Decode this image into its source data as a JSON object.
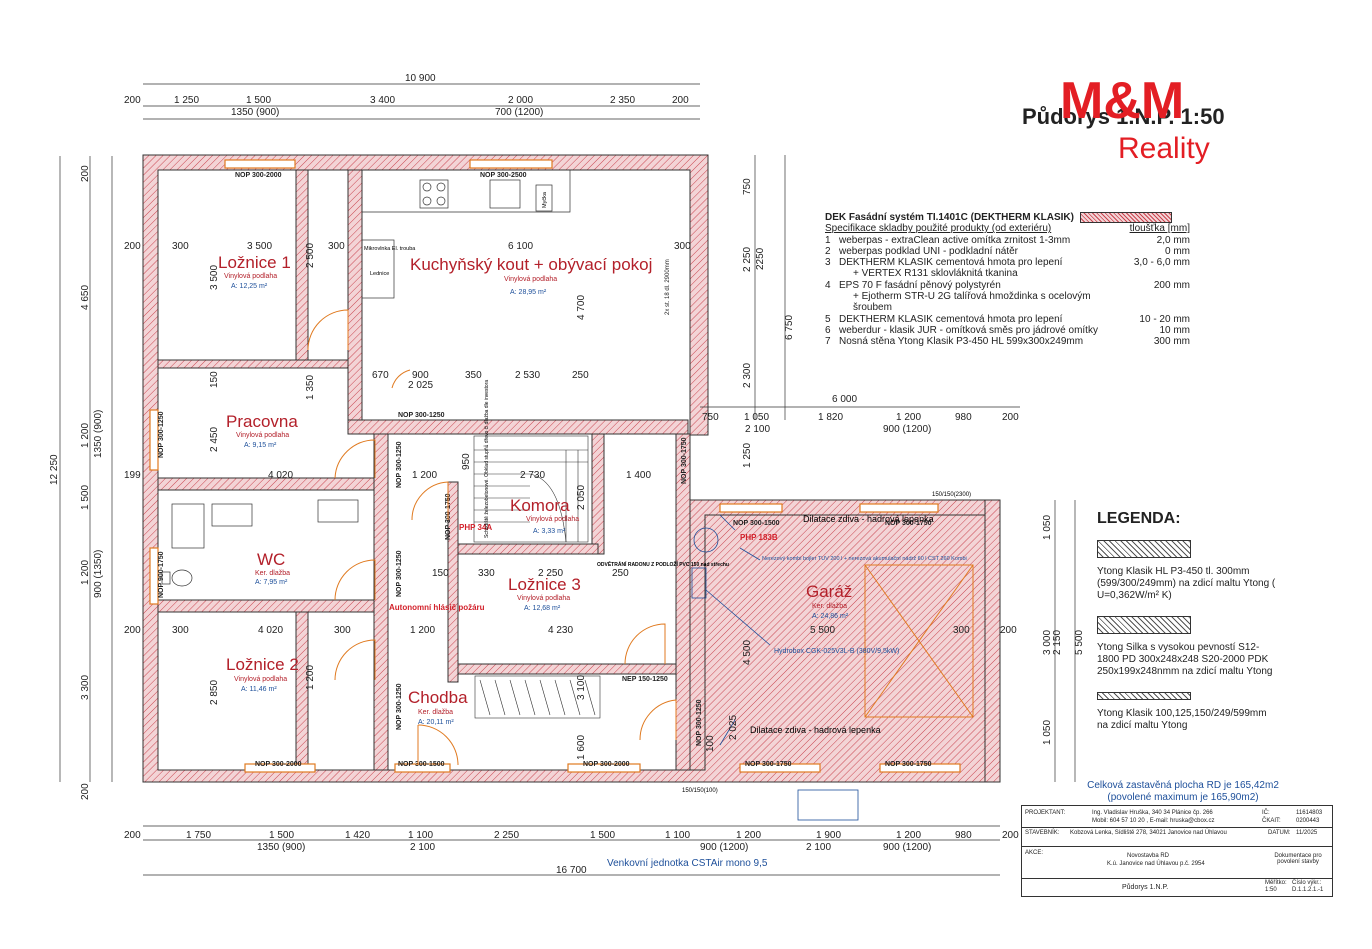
{
  "header": {
    "title": "Půdorys 1.N.P. 1:50",
    "logo_top": "M&M",
    "logo_bottom": "Reality",
    "brand_color": "#e31e24"
  },
  "rooms": [
    {
      "name": "Ložnice 1",
      "floor": "Vinylová podlaha",
      "area": "A: 12,25 m²"
    },
    {
      "name": "Kuchyňský kout + obývací pokoj",
      "floor": "Vinylová podlaha",
      "area": "A: 28,95 m²"
    },
    {
      "name": "Pracovna",
      "floor": "Vinylová podlaha",
      "area": "A: 9,15 m²"
    },
    {
      "name": "WC",
      "floor": "Ker. dlažba",
      "area": "A: 7,95 m²"
    },
    {
      "name": "Komora",
      "floor": "Vinylová podlaha",
      "area": "A: 3,33 m²"
    },
    {
      "name": "Ložnice 3",
      "floor": "Vinylová podlaha",
      "area": "A: 12,68 m²"
    },
    {
      "name": "Garáž",
      "floor": "Ker. dlažba",
      "area": "A: 24,86 m²"
    },
    {
      "name": "Ložnice 2",
      "floor": "Vinylová podlaha",
      "area": "A: 11,46 m²"
    },
    {
      "name": "Chodba",
      "floor": "Ker. dlažba",
      "area": "A: 20,11 m²"
    }
  ],
  "dims_top": {
    "total": "10 900",
    "row1": [
      "200",
      "1 250",
      "1 500",
      "3 400",
      "2 000",
      "2 350",
      "200"
    ],
    "row2": [
      "1350 (900)",
      "700 (1200)"
    ]
  },
  "dims_bottom": {
    "row1": [
      "200",
      "1 750",
      "1 500",
      "1 420",
      "1 100",
      "2 250",
      "1 500",
      "1 100",
      "1 200",
      "1 900",
      "1 200",
      "980",
      "200"
    ],
    "row2": [
      "1350 (900)",
      "2 100",
      "900 (1200)",
      "2 100",
      "900 (1200)"
    ],
    "total": "16 700"
  },
  "dims_left": [
    "200",
    "4 650",
    "1 200",
    "1350 (900)",
    "199",
    "1 500",
    "1 200",
    "900 (1350)",
    "200",
    "3 300",
    "200",
    "12 250"
  ],
  "dims_right": [
    "750",
    "2 250",
    "2250",
    "6 750",
    "2 300",
    "1 250",
    "1 050",
    "3 000",
    "2 150",
    "5 500",
    "1 050"
  ],
  "garage_dims": {
    "total": "6 000",
    "row": [
      "750",
      "1 050",
      "1 820",
      "1 200",
      "980",
      "200"
    ],
    "row2": [
      "2 100",
      "900 (1200)"
    ]
  },
  "openings": [
    "NOP 300-2000",
    "NOP 300-2500",
    "NOP 300-1250",
    "NOP 300-1500",
    "NOP 300-1750",
    "NOP 300-1500",
    "NOP 300-2000",
    "NOP 300-1500",
    "NOP 300-2000",
    "NOP 300-1750",
    "NOP 300-1750",
    "NEP 150-1250",
    "NOP 300-1250",
    "NOP 300-1250",
    "NOP 300-1250",
    "NOP 900-1750",
    "NOP 300-1750",
    "NOP 300-1250",
    "NOP 300-1250",
    "NOP 300-1750"
  ],
  "inner_dims": {
    "loznice1": [
      "300",
      "3 500",
      "300",
      "3 500",
      "2 500"
    ],
    "kuchyne": [
      "6 100",
      "4 700",
      "300",
      "2x st. 18 dl. 2900mm"
    ],
    "chodba_row": [
      "670",
      "900",
      "350",
      "2 530",
      "250",
      "2 025"
    ],
    "pracovna": [
      "2 450",
      "4 020",
      "150",
      "1 350",
      "100"
    ],
    "wc_row": [
      "1 200",
      "2 730",
      "1 400",
      "950",
      "2 050",
      "250"
    ],
    "loznice3_row": [
      "150",
      "330",
      "2 250",
      "250",
      "1 200",
      "4 230"
    ],
    "loznice2": [
      "300",
      "4 020",
      "300",
      "2 850",
      "1 200"
    ],
    "garaz": [
      "5 500",
      "4 500",
      "300",
      "200"
    ],
    "chodba": [
      "1 600",
      "3 100",
      "2 025",
      "100"
    ]
  },
  "annotations": {
    "php_34a": "PHP 34A",
    "php_183b": "PHP 183B",
    "fire_detector": "Autonomní hlásič požáru",
    "dilatace_top": "Dilatace zdiva - hadrová lepenka",
    "dilatace_bottom": "Dilatace zdiva - hadrová lepenka",
    "boiler": "Nerezový kombi bojler TUV 200 l + nerezová akumulační nádrž 60 l CST 260 Kombi",
    "hydrobox": "Hydrobox CGK-025V3L-B (380V/9,5kW)",
    "radon": "ODVĚTRÁNÍ RADONU Z PODLOŽÍ PVC 150 nad střechu",
    "komora_note": "Schodiště železobetonové. Obklad stupňů dřevo či dlažba dle investora",
    "kitchen_items": [
      "Mikrovlnka El. trouba",
      "Lednice",
      "Myčka"
    ],
    "dim_150_top": "150/150(2300)",
    "dim_150_bottom": "150/150(100)"
  },
  "spec": {
    "title": "DEK Fasádní systém TI.1401C (DEKTHERM KLASIK)",
    "header_left": "Specifikace skladby použité produkty (od exteriéru)",
    "header_right": "tloušťka [mm]",
    "rows": [
      {
        "n": "1",
        "t": "weberpas - extraClean active  omítka zrnitost 1-3mm",
        "v": "2,0 mm"
      },
      {
        "n": "2",
        "t": "weberpas podklad UNI - podkladní nátěr",
        "v": "0 mm"
      },
      {
        "n": "3",
        "t": "DEKTHERM KLASIK cementová hmota pro lepení",
        "v": "3,0 - 6,0 mm"
      },
      {
        "n": "",
        "t": "+  VERTEX R131    sklovláknitá tkanina",
        "v": ""
      },
      {
        "n": "4",
        "t": "EPS 70 F  fasádní pěnový polystyrén",
        "v": "200 mm"
      },
      {
        "n": "",
        "t": "+ Ejotherm STR-U 2G talířová hmoždinka s ocelovým šroubem",
        "v": ""
      },
      {
        "n": "5",
        "t": "DEKTHERM KLASIK    cementová hmota pro lepení",
        "v": "10 - 20 mm"
      },
      {
        "n": "6",
        "t": "weberdur - klasik JUR - omítková směs pro jádrové omítky",
        "v": "10 mm"
      },
      {
        "n": "7",
        "t": "Nosná stěna Ytong Klasik P3-450 HL 599x300x249mm",
        "v": "300 mm"
      }
    ]
  },
  "legend": {
    "title": "LEGENDA:",
    "items": [
      "Ytong Klasik HL P3-450    tl. 300mm (599/300/249mm)  na zdicí maltu Ytong ( U=0,362W/m² K)",
      "Ytong Silka s vysokou pevností S12-1800 PD 300x248x248 S20-2000 PDK 250x199x248nmm na zdicí maltu Ytong",
      "Ytong Klasik 100,125,150/249/599mm na zdicí maltu Ytong"
    ]
  },
  "area_note": {
    "line1": "Celková zastavěná plocha RD je 165,42m2",
    "line2": "(povolené maximum je  165,90m2)"
  },
  "outdoor_unit": "Venkovní jednotka CSTAir mono 9,5",
  "titleblock": {
    "projektant_label": "PROJEKTANT:",
    "projektant": "Ing. Vladislav Hruška,   340 34  Plánice  čp. 266",
    "contact": "Mobil: 604 57 10 20 ,    E-mail: hruska@cbox.cz",
    "ic_label": "IČ:",
    "ic": "11614803",
    "cislo_label": "ČKAIT:",
    "cislo": "0200443",
    "stavebnik_label": "STAVEBNÍK:",
    "stavebnik": "Kobzová Lenka, Sídliště 278, 34021 Janovice nad Úhlavou",
    "datum_label": "DATUM:",
    "datum": "11/2025",
    "akce_label": "AKCE:",
    "akce": "Novostavba RD",
    "akce2": "K.ú. Janovice nad Úhlavou p.č. 2954",
    "dokumentace": "Dokumentace pro povolení stavby",
    "vykres": "Půdorys 1.N.P.",
    "meritko_label": "Měřítko:",
    "meritko": "1:50",
    "cislo_vykresu_label": "Číslo výkr.:",
    "cislo_vykresu": "D.1.1.2.1.-1"
  },
  "colors": {
    "wall_hatch": "#e9b3b7",
    "accent_red": "#b3202a",
    "accent_blue": "#1d4f9a",
    "door": "#e07a20"
  }
}
